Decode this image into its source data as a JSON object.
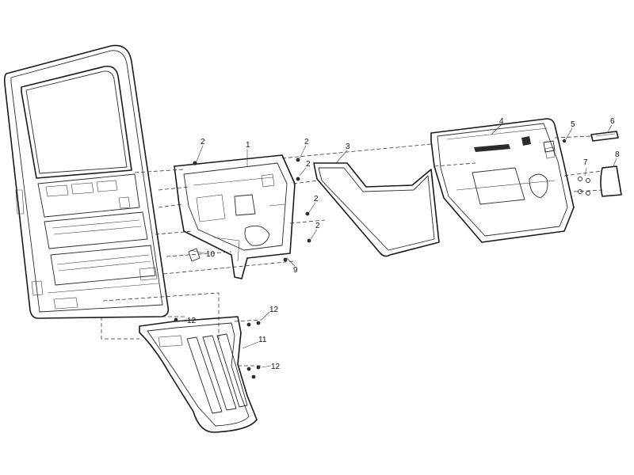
{
  "labels": {
    "p1": "1",
    "p2a": "2",
    "p2b": "2",
    "p2c": "2",
    "p2d": "2",
    "p2e": "2",
    "p3": "3",
    "p4": "4",
    "p5": "5",
    "p6": "6",
    "p7": "7",
    "p8": "8",
    "p9": "9",
    "p10": "10",
    "p11": "11",
    "p12a": "12",
    "p12b": "12",
    "p12c": "12"
  },
  "colors": {
    "line": "#1a1a1a",
    "background": "#ffffff"
  }
}
